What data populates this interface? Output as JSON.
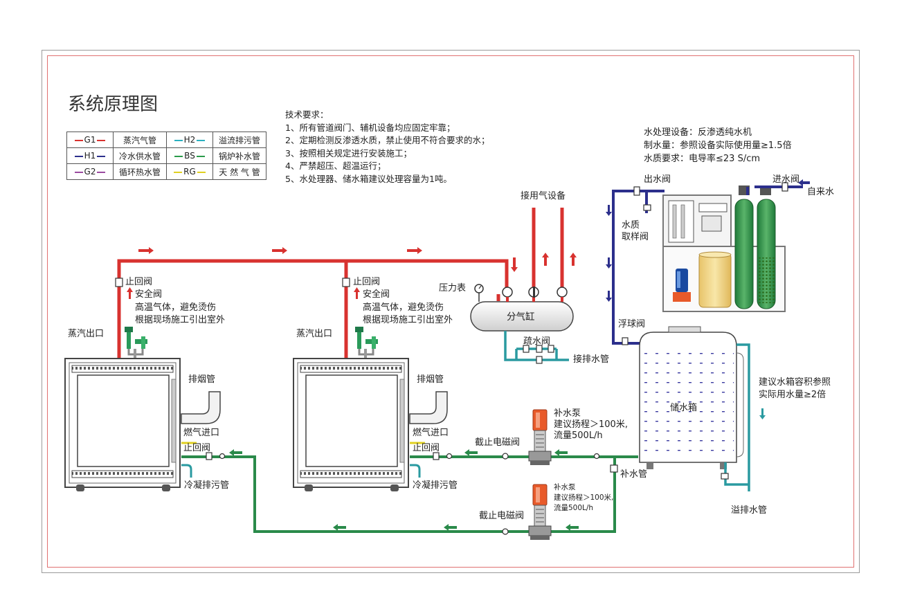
{
  "title": "系统原理图",
  "legend": [
    {
      "code": "G1",
      "name": "蒸汽气管",
      "color": "#d8322f"
    },
    {
      "code": "H2",
      "name": "溢流排污管",
      "color": "#2ab0c0"
    },
    {
      "code": "H1",
      "name": "冷水供水管",
      "color": "#2c2f8c"
    },
    {
      "code": "BS",
      "name": "锅炉补水管",
      "color": "#2a9a4a"
    },
    {
      "code": "G2",
      "name": "循环热水管",
      "color": "#9a4aa0"
    },
    {
      "code": "RG",
      "name": "天 然 气 管",
      "color": "#e0d020"
    }
  ],
  "requirements": {
    "heading": "技术要求：",
    "items": [
      "1、所有管道阀门、辅机设备均应固定牢靠；",
      "2、定期检测反渗透水质，禁止使用不符合要求的水；",
      "3、按照相关规定进行安装施工；",
      "4、严禁超压、超温运行；",
      "5、水处理器、储水箱建议处理容量为1吨。"
    ]
  },
  "water_treatment": {
    "line1": "水处理设备：反渗透纯水机",
    "line2": "制水量：参照设备实际使用量≥1.5倍",
    "line3": "水质要求：电导率≤23 S/cm"
  },
  "labels": {
    "gas_equipment": "接用气设备",
    "pressure_gauge": "压力表",
    "steam_header": "分气缸",
    "drain_valve": "疏水阀",
    "drain_pipe": "接排水管",
    "outlet_valve": "出水阀",
    "inlet_valve": "进水阀",
    "tap_water": "自来水",
    "sampling_valve_1": "水质",
    "sampling_valve_2": "取样阀",
    "float_valve": "浮球阀",
    "storage_tank": "储水箱",
    "tank_note_1": "建议水箱容积参照",
    "tank_note_2": "实际用水量≥2倍",
    "overflow_pipe": "溢排水管",
    "makeup_pipe": "补水管",
    "check_valve": "止回阀",
    "safety_valve": "安全阀",
    "hot_gas_1": "高温气体，避免烫伤",
    "hot_gas_2": "根据现场施工引出室外",
    "steam_outlet": "蒸汽出口",
    "chimney": "排烟管",
    "gas_inlet": "燃气进口",
    "bottom_check_valve": "止回阀",
    "condensate": "冷凝排污管",
    "pump_1_name": "补水泵",
    "pump_1_head": "建议扬程＞100米,",
    "pump_1_flow": "流量500L/h",
    "pump_2_name": "补水泵",
    "pump_2_head": "建议扬程＞100米,",
    "pump_2_flow": "流量500L/h",
    "solenoid_1": "截止电磁阀",
    "solenoid_2": "截止电磁阀"
  }
}
